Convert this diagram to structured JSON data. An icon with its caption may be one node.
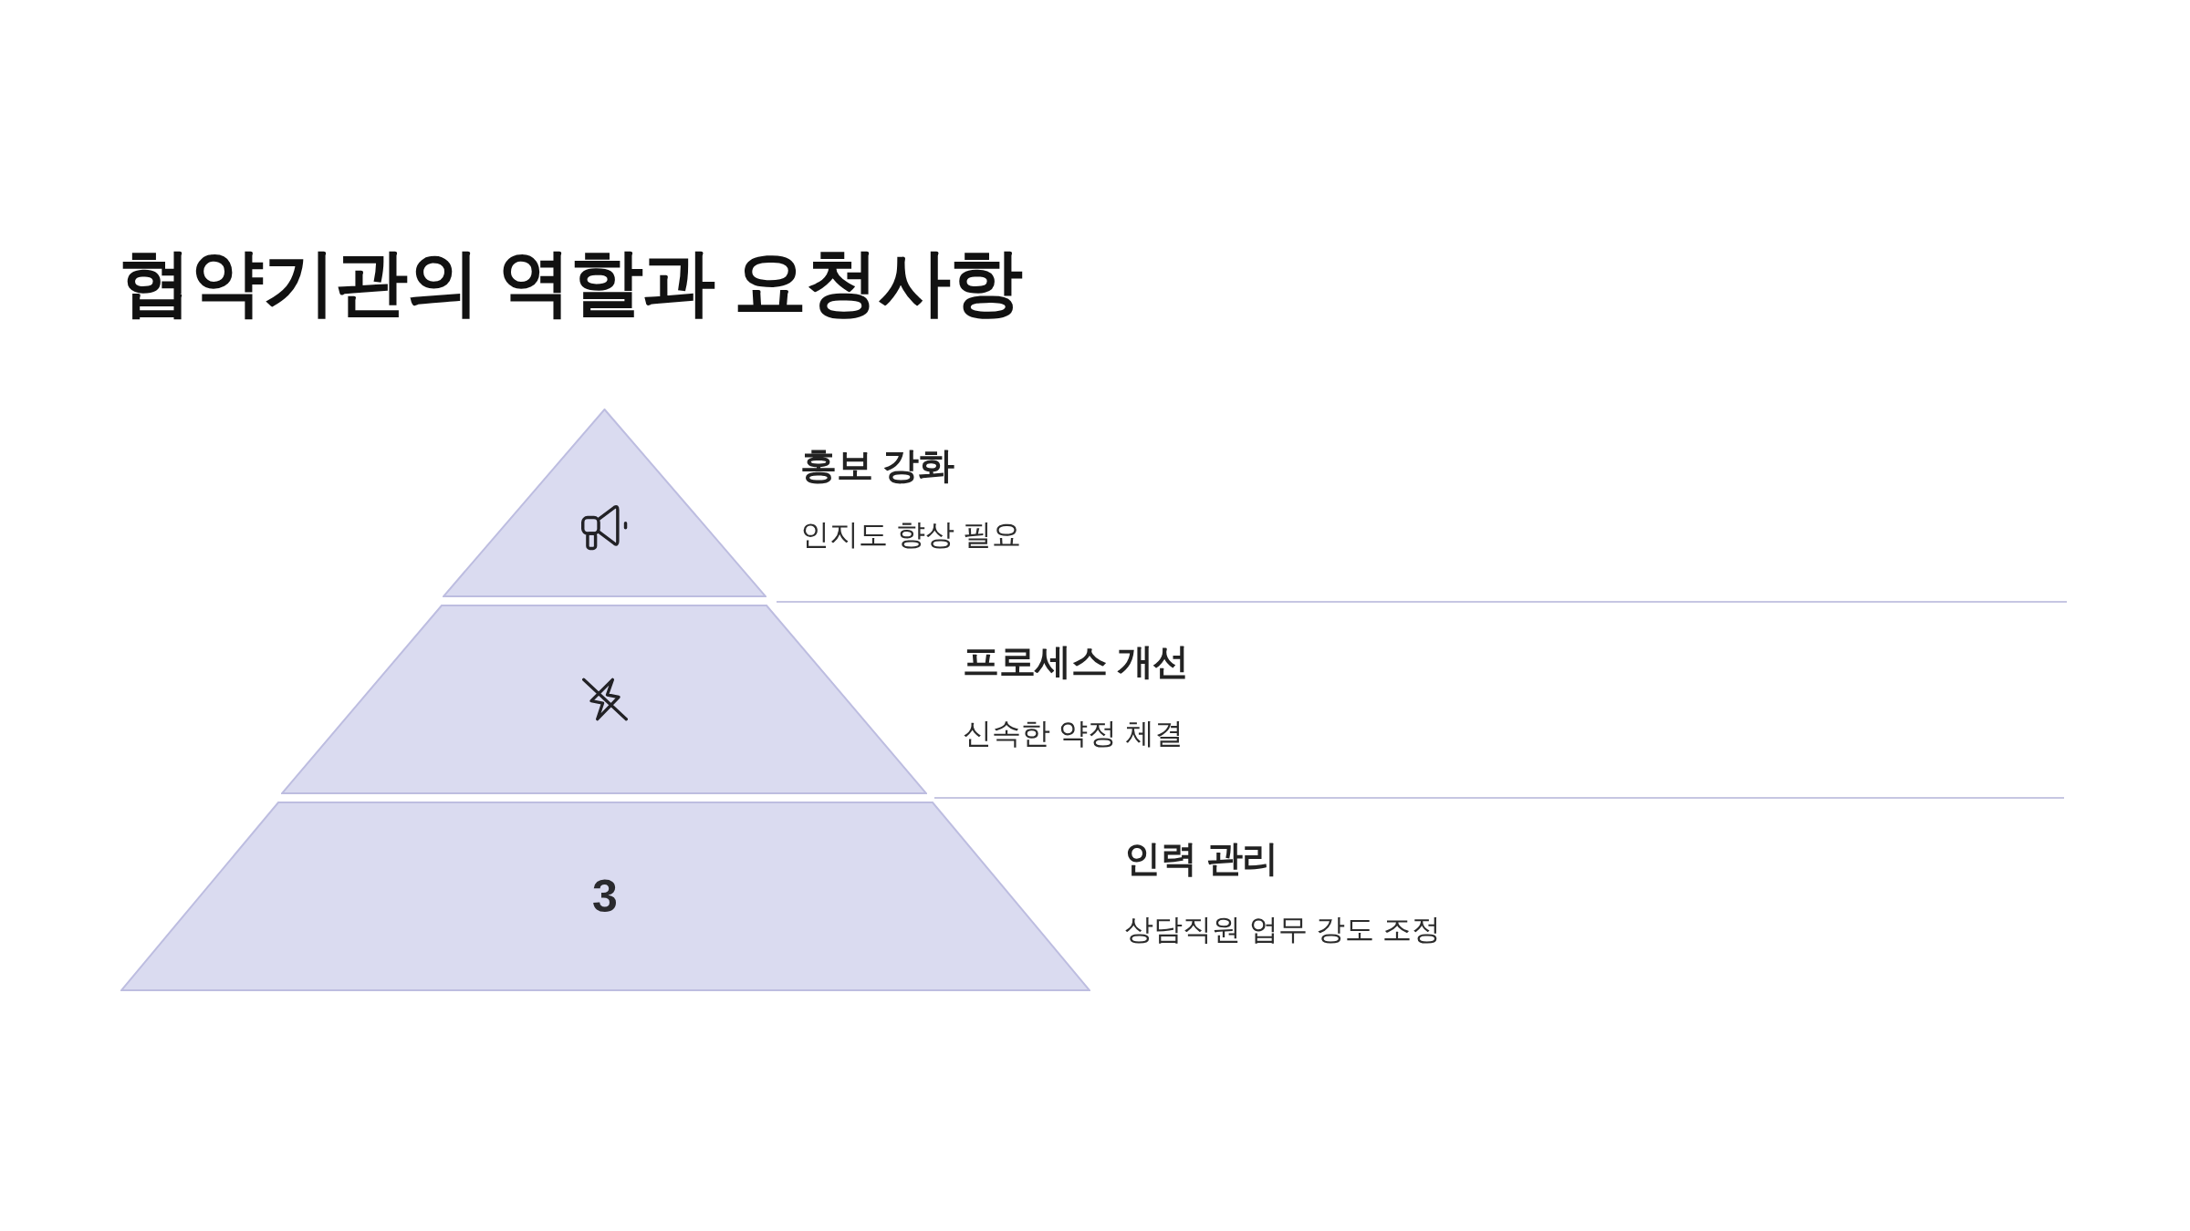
{
  "diagram": {
    "title": "협약기관의 역할과 요청사항",
    "nodes": [
      {
        "text": [],
        "shape": "triangle",
        "beside": [
          "홍보 강화",
          "인지도 향상 필요"
        ]
      },
      {
        "text": [],
        "shape": "trapezoid",
        "beside": [
          "프로세스 개선",
          "신속한 약정 체결"
        ]
      },
      {
        "text": [
          "3"
        ],
        "beside": [
          "인력 관리",
          "상담직원 업무 강도 조정"
        ]
      }
    ]
  }
}
